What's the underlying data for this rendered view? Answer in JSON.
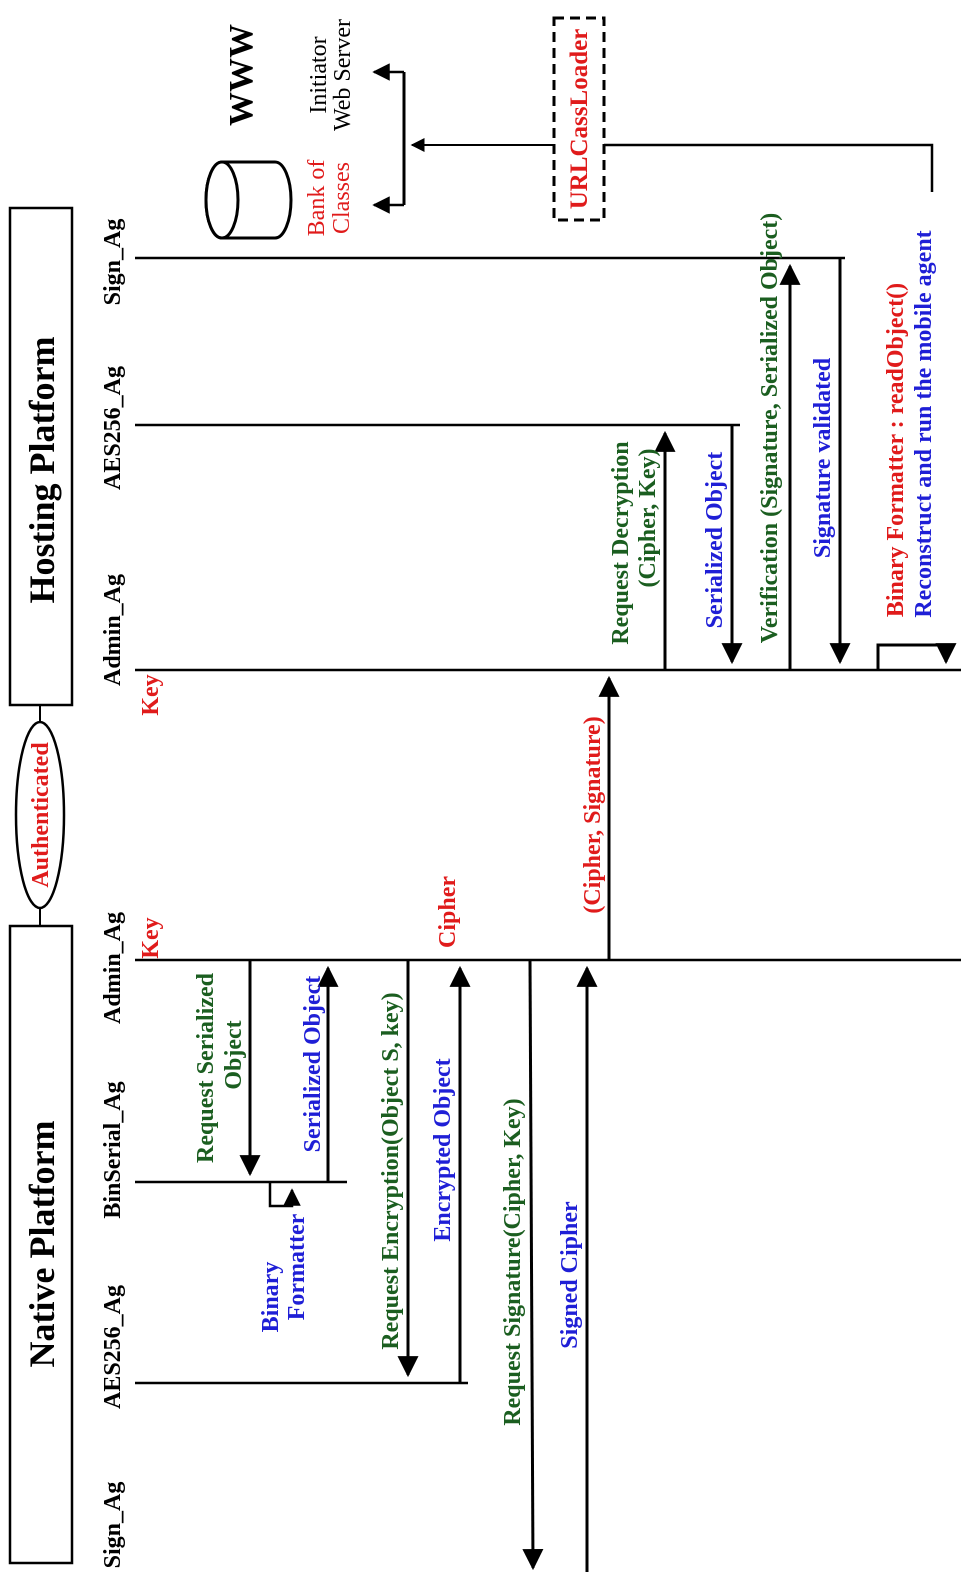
{
  "colors": {
    "line": "#000000",
    "request": "#1b5e20",
    "reply": "#1f1fd6",
    "data": "#e01b1b",
    "neutral": "#000000"
  },
  "platforms": {
    "native": "Native Platform",
    "hosting": "Hosting Platform",
    "link": "Authenticated"
  },
  "native_agents": {
    "sign": "Sign_Ag",
    "aes": "AES256_Ag",
    "binserial": "BinSerial_Ag",
    "admin": "Admin_Ag"
  },
  "hosting_agents": {
    "admin": "Admin_Ag",
    "aes": "AES256_Ag",
    "sign": "Sign_Ag"
  },
  "tags": {
    "native_key": "Key",
    "hosting_key": "Key",
    "cipher": "Cipher"
  },
  "messages": {
    "request_serialized_1": "Request Serialized",
    "request_serialized_2": "Object",
    "serialized_object_native": "Serialized Object",
    "binary_formatter_1": "Binary",
    "binary_formatter_2": "Formatter",
    "request_encryption": "Request Encryption(Object S, key)",
    "encrypted_object": "Encrypted Object",
    "request_signature": "Request Signature(Cipher, Key)",
    "signed_cipher": "Signed Cipher",
    "cipher_signature": "(Cipher, Signature)",
    "request_decryption_1": "Request Decryption",
    "request_decryption_2": "(Cipher, Key)",
    "serialized_object_hosting": "Serialized Object",
    "verification": "Verification (Signature, Serialized Object)",
    "signature_validated": "Signature validated",
    "binary_formatter_read": "Binary Formatter : readObject()",
    "reconstruct": "Reconstruct and run the mobile agent"
  },
  "resources": {
    "www": "WWW",
    "initiator_1": "Initiator",
    "initiator_2": "Web Server",
    "bank_1": "Bank of",
    "bank_2": "Classes",
    "loader": "URLCassLoader"
  }
}
